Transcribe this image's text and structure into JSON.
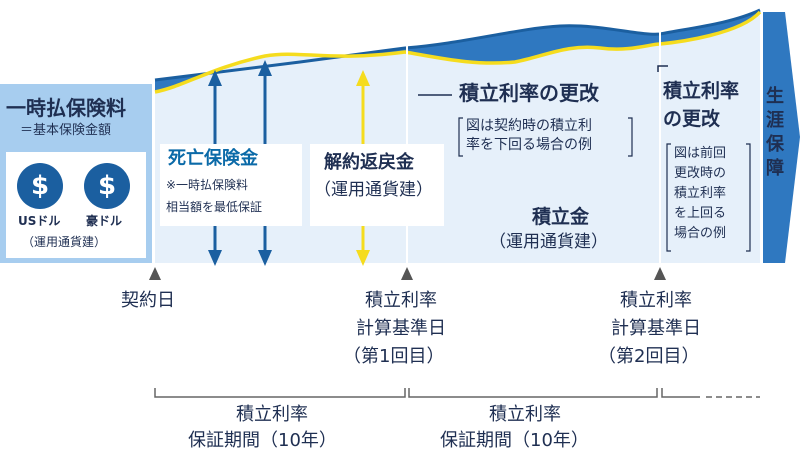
{
  "premium": {
    "title": "一時払保険料",
    "subtitle": "＝基本保険金額",
    "currencies": [
      {
        "icon": "dollar-icon",
        "label": "USドル"
      },
      {
        "icon": "dollar-icon",
        "label": "豪ドル"
      }
    ],
    "currency_note": "（運用通貨建）",
    "icon_color": "#1b5fa0"
  },
  "death_benefit": {
    "title": "死亡保険金",
    "note_line1": "※一時払保険料",
    "note_line2": "相当額を最低保証",
    "arrow_color": "#1b5fa0"
  },
  "surrender": {
    "title": "解約返戻金",
    "subtitle": "（運用通貨建）",
    "arrow_color": "#f5dc1e"
  },
  "revision1": {
    "title": "積立利率の更改",
    "note_line1": "図は契約時の積立利",
    "note_line2": "率を下回る場合の例"
  },
  "revision2": {
    "title_line1": "積立利率",
    "title_line2": "の更改",
    "note_lines": [
      "図は前回",
      "更改時の",
      "積立利率",
      "を上回る",
      "場合の例"
    ]
  },
  "fund": {
    "title": "積立金",
    "subtitle": "（運用通貨建）"
  },
  "life_protection": {
    "label_chars": [
      "生",
      "涯",
      "保",
      "障"
    ]
  },
  "timeline": {
    "contract_date": "契約日",
    "calc_date1": {
      "line1": "積立利率",
      "line2": "計算基準日",
      "line3": "（第1回目）"
    },
    "calc_date2": {
      "line1": "積立利率",
      "line2": "計算基準日",
      "line3": "（第2回目）"
    }
  },
  "periods": [
    {
      "line1": "積立利率",
      "line2": "保証期間（10年）"
    },
    {
      "line1": "積立利率",
      "line2": "保証期間（10年）"
    }
  ],
  "colors": {
    "fill_blue": "#2f78c0",
    "light_blue": "#a7cdef",
    "pale_blue": "#e6f0fa",
    "yellow_line": "#f5dc1e",
    "navy_text": "#1f2f52",
    "accent_blue": "#0b6aa8"
  }
}
